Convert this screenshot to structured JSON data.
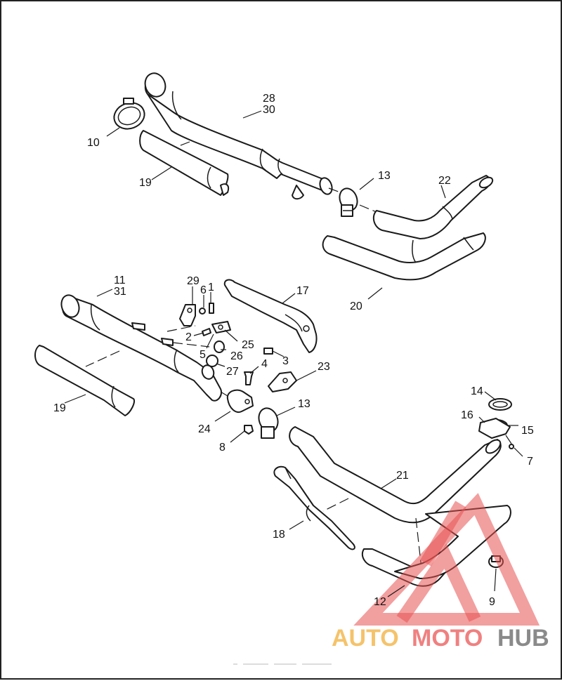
{
  "watermark": {
    "part1": "AUTO",
    "part2": "MOTO",
    "part3": "HUB",
    "colors": {
      "auto": "#f5c36b",
      "moto": "#f08080",
      "hub": "#8a8a8a",
      "triangle": "#e85050"
    }
  },
  "callouts": [
    {
      "id": "c28",
      "text": "28"
    },
    {
      "id": "c30",
      "text": "30"
    },
    {
      "id": "c10",
      "text": "10"
    },
    {
      "id": "c19a",
      "text": "19"
    },
    {
      "id": "c13a",
      "text": "13"
    },
    {
      "id": "c22",
      "text": "22"
    },
    {
      "id": "c20",
      "text": "20"
    },
    {
      "id": "c11",
      "text": "11"
    },
    {
      "id": "c31",
      "text": "31"
    },
    {
      "id": "c29",
      "text": "29"
    },
    {
      "id": "c6",
      "text": "6"
    },
    {
      "id": "c1",
      "text": "1"
    },
    {
      "id": "c17",
      "text": "17"
    },
    {
      "id": "c2",
      "text": "2"
    },
    {
      "id": "c25",
      "text": "25"
    },
    {
      "id": "c5",
      "text": "5"
    },
    {
      "id": "c26",
      "text": "26"
    },
    {
      "id": "c3",
      "text": "3"
    },
    {
      "id": "c27",
      "text": "27"
    },
    {
      "id": "c4",
      "text": "4"
    },
    {
      "id": "c23",
      "text": "23"
    },
    {
      "id": "c19b",
      "text": "19"
    },
    {
      "id": "c24",
      "text": "24"
    },
    {
      "id": "c13b",
      "text": "13"
    },
    {
      "id": "c8",
      "text": "8"
    },
    {
      "id": "c14",
      "text": "14"
    },
    {
      "id": "c16",
      "text": "16"
    },
    {
      "id": "c15",
      "text": "15"
    },
    {
      "id": "c7",
      "text": "7"
    },
    {
      "id": "c21",
      "text": "21"
    },
    {
      "id": "c18",
      "text": "18"
    },
    {
      "id": "c12",
      "text": "12"
    },
    {
      "id": "c9",
      "text": "9"
    }
  ]
}
